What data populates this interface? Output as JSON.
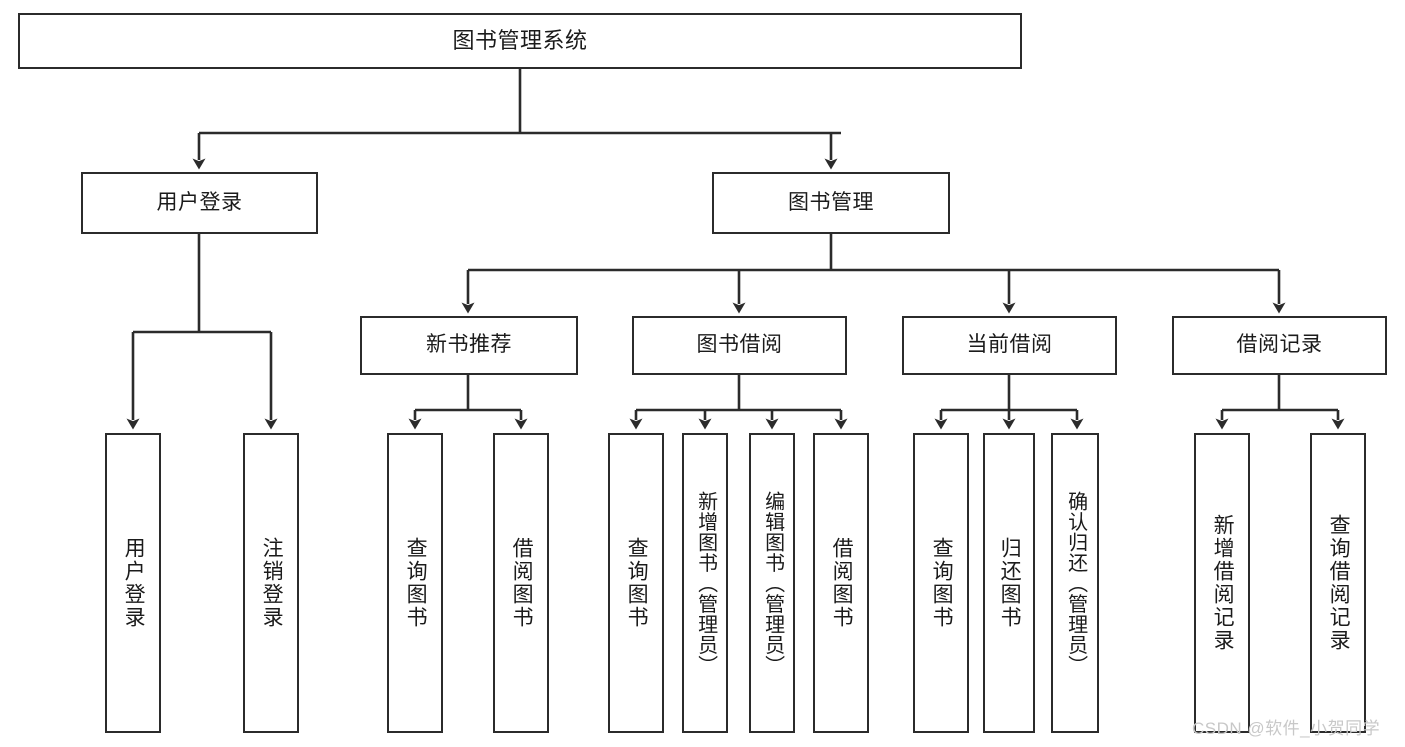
{
  "diagram": {
    "title": "图书管理系统",
    "type": "tree",
    "root": {
      "id": "root",
      "label": "图书管理系统"
    },
    "level2": [
      {
        "id": "user-login",
        "label": "用户登录"
      },
      {
        "id": "book-management",
        "label": "图书管理"
      }
    ],
    "level3": [
      {
        "id": "new-book-recommend",
        "label": "新书推荐",
        "parent": "book-management"
      },
      {
        "id": "book-borrow",
        "label": "图书借阅",
        "parent": "book-management"
      },
      {
        "id": "current-borrow",
        "label": "当前借阅",
        "parent": "book-management"
      },
      {
        "id": "borrow-record",
        "label": "借阅记录",
        "parent": "book-management"
      }
    ],
    "leaves": {
      "user-login": [
        {
          "id": "leaf-user-login",
          "label": "用户登录"
        },
        {
          "id": "leaf-logout",
          "label": "注销登录"
        }
      ],
      "new-book-recommend": [
        {
          "id": "leaf-query-book-1",
          "label": "查询图书"
        },
        {
          "id": "leaf-borrow-book-1",
          "label": "借阅图书"
        }
      ],
      "book-borrow": [
        {
          "id": "leaf-query-book-2",
          "label": "查询图书"
        },
        {
          "id": "leaf-add-book",
          "label": "新增图书（管理员）"
        },
        {
          "id": "leaf-edit-book",
          "label": "编辑图书（管理员）"
        },
        {
          "id": "leaf-borrow-book-2",
          "label": "借阅图书"
        }
      ],
      "current-borrow": [
        {
          "id": "leaf-query-book-3",
          "label": "查询图书"
        },
        {
          "id": "leaf-return-book",
          "label": "归还图书"
        },
        {
          "id": "leaf-confirm-return",
          "label": "确认归还（管理员）"
        }
      ],
      "borrow-record": [
        {
          "id": "leaf-add-record",
          "label": "新增借阅记录"
        },
        {
          "id": "leaf-query-record",
          "label": "查询借阅记录"
        }
      ]
    },
    "colors": {
      "line": "#2b2b2b",
      "box_border": "#2b2b2b",
      "box_fill": "#ffffff",
      "text": "#1b1b1b",
      "background": "#ffffff",
      "watermark": "#c8c8c8"
    }
  },
  "watermark": {
    "text": "CSDN @软件_小贺同学"
  }
}
